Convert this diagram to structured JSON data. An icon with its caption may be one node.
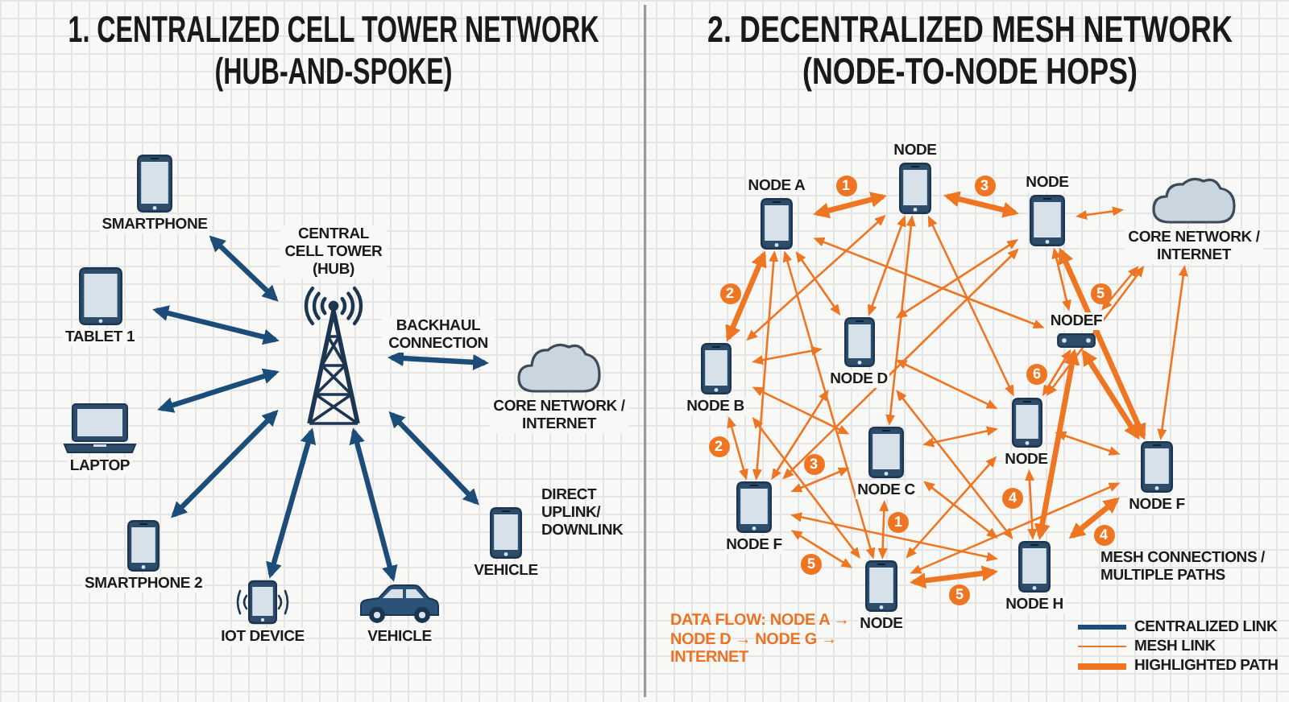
{
  "diagram": {
    "nodes": [
      {
        "text": [
          "CENTRAL CELL TOWER (HUB)"
        ]
      },
      {
        "text": [
          "SMARTPHONE"
        ]
      },
      {
        "text": [
          "TABLET 1"
        ]
      },
      {
        "text": [
          "LAPTOP"
        ]
      },
      {
        "text": [
          "SMARTPHONE 2"
        ]
      },
      {
        "text": [
          "IOT DEVICE"
        ]
      },
      {
        "text": [
          "VEHICLE"
        ]
      },
      {
        "text": [
          "VEHICLE"
        ],
        "beside": [
          "DIRECT UPLINK/ DOWNLINK"
        ]
      },
      {
        "text": [
          "CORE NETWORK / INTERNET"
        ]
      },
      {
        "text": [
          "NODE A"
        ]
      },
      {
        "text": [
          "NODE"
        ]
      },
      {
        "text": [
          "NODE"
        ]
      },
      {
        "text": [
          "CORE NETWORK / INTERNET"
        ]
      },
      {
        "text": [
          "NODEF"
        ]
      },
      {
        "text": [
          "NODE B"
        ]
      },
      {
        "text": [
          "NODE D"
        ]
      },
      {
        "text": [
          "NODE"
        ]
      },
      {
        "text": [
          "NODE C"
        ]
      },
      {
        "text": [
          "NODE F"
        ]
      },
      {
        "text": [
          "NODE F"
        ]
      },
      {
        "text": [
          "NODE"
        ]
      },
      {
        "text": [
          "NODE H"
        ]
      }
    ],
    "edges": [
      {
        "from": 0,
        "to": 1,
        "arrow": "both",
        "style": "thick",
        "color": "#1b4d78"
      },
      {
        "from": 0,
        "to": 2,
        "arrow": "both",
        "style": "thick",
        "color": "#1b4d78"
      },
      {
        "from": 0,
        "to": 3,
        "arrow": "both",
        "style": "thick",
        "color": "#1b4d78"
      },
      {
        "from": 0,
        "to": 4,
        "arrow": "both",
        "style": "thick",
        "color": "#1b4d78"
      },
      {
        "from": 0,
        "to": 5,
        "arrow": "both",
        "style": "thick",
        "color": "#1b4d78"
      },
      {
        "from": 0,
        "to": 6,
        "arrow": "both",
        "style": "thick",
        "color": "#1b4d78"
      },
      {
        "from": 0,
        "to": 7,
        "arrow": "both",
        "style": "thick",
        "color": "#1b4d78"
      },
      {
        "from": 0,
        "to": 8,
        "arrow": "both",
        "style": "thick",
        "color": "#1b4d78",
        "label": "BACKHAUL CONNECTION"
      },
      {
        "from": 9,
        "to": 10,
        "arrow": "both",
        "style": "thick",
        "label": "1"
      },
      {
        "from": 10,
        "to": 11,
        "arrow": "both",
        "style": "thick",
        "label": "3"
      },
      {
        "from": 9,
        "to": 14,
        "arrow": "both",
        "style": "thick",
        "label": "2"
      },
      {
        "from": 11,
        "to": 19,
        "arrow": "both",
        "style": "thick",
        "label": "5"
      },
      {
        "from": 13,
        "to": 19,
        "arrow": "both",
        "style": "thick"
      },
      {
        "from": 13,
        "to": 21,
        "arrow": "both",
        "style": "thick"
      },
      {
        "from": 20,
        "to": 21,
        "arrow": "both",
        "style": "thick",
        "label": "5"
      },
      {
        "from": 21,
        "to": 19,
        "arrow": "both",
        "style": "thick",
        "label": "4"
      },
      {
        "from": 14,
        "to": 18,
        "arrow": "both",
        "label": "2"
      },
      {
        "from": 18,
        "to": 17,
        "arrow": "both",
        "label": "3"
      },
      {
        "from": 17,
        "to": 20,
        "arrow": "both",
        "label": "1"
      },
      {
        "from": 18,
        "to": 20,
        "arrow": "both",
        "label": "5"
      },
      {
        "from": 16,
        "to": 21,
        "arrow": "both",
        "label": "4"
      },
      {
        "from": 13,
        "to": 16,
        "arrow": "both",
        "label": "6"
      },
      {
        "from": 9,
        "to": 15,
        "arrow": "both"
      },
      {
        "from": 9,
        "to": 18,
        "arrow": "both"
      },
      {
        "from": 9,
        "to": 20,
        "arrow": "both"
      },
      {
        "from": 9,
        "to": 13,
        "arrow": "both"
      },
      {
        "from": 10,
        "to": 15,
        "arrow": "both"
      },
      {
        "from": 10,
        "to": 14,
        "arrow": "both"
      },
      {
        "from": 10,
        "to": 17,
        "arrow": "both"
      },
      {
        "from": 10,
        "to": 16,
        "arrow": "both"
      },
      {
        "from": 11,
        "to": 15,
        "arrow": "both"
      },
      {
        "from": 11,
        "to": 18,
        "arrow": "both"
      },
      {
        "from": 11,
        "to": 13,
        "arrow": "both"
      },
      {
        "from": 11,
        "to": 12,
        "arrow": "both"
      },
      {
        "from": 12,
        "to": 13,
        "arrow": "both"
      },
      {
        "from": 12,
        "to": 19,
        "arrow": "both"
      },
      {
        "from": 12,
        "to": 16,
        "arrow": "both"
      },
      {
        "from": 14,
        "to": 15,
        "arrow": "both"
      },
      {
        "from": 14,
        "to": 17,
        "arrow": "both"
      },
      {
        "from": 15,
        "to": 18,
        "arrow": "both"
      },
      {
        "from": 15,
        "to": 16,
        "arrow": "both"
      },
      {
        "from": 15,
        "to": 21,
        "arrow": "both"
      },
      {
        "from": 17,
        "to": 16,
        "arrow": "both"
      },
      {
        "from": 17,
        "to": 21,
        "arrow": "both"
      },
      {
        "from": 18,
        "to": 21,
        "arrow": "both"
      },
      {
        "from": 20,
        "to": 16,
        "arrow": "both"
      },
      {
        "from": 16,
        "to": 19,
        "arrow": "both"
      },
      {
        "from": 20,
        "to": 19,
        "arrow": "both"
      },
      {
        "from": 14,
        "to": 20,
        "arrow": "both"
      }
    ],
    "labels": [
      "1. CENTRALIZED CELL TOWER NETWORK (HUB-AND-SPOKE)",
      "2. DECENTRALIZED MESH NETWORK (NODE-TO-NODE HOPS)",
      "MESH CONNECTIONS / MULTIPLE PATHS",
      "DATA FLOW: NODE A → NODE D → NODE G → INTERNET"
    ],
    "legend": [
      {
        "text": "CENTRALIZED LINK"
      },
      {
        "text": "MESH LINK"
      },
      {
        "text": "HIGHLIGHTED PATH"
      }
    ]
  }
}
